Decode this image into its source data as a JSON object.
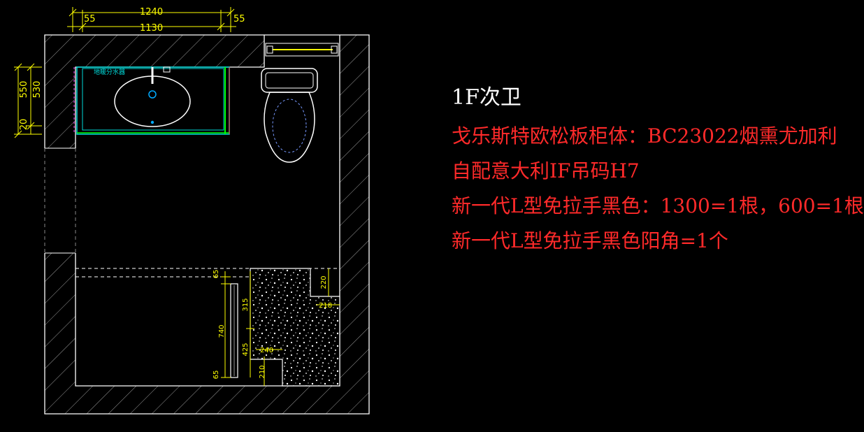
{
  "colors": {
    "wall": "#ffffff",
    "dimension": "#ffff00",
    "cabinet": "#00d8d8",
    "stone": "#ffffff",
    "note": "#ff2a2a",
    "title": "#ffffff"
  },
  "dimensions": {
    "top_overall": "1240",
    "top_inner": "1130",
    "top_left_margin": "55",
    "top_right_margin": "55",
    "side_overall": "550",
    "side_inner": "530",
    "side_gap": "20",
    "shower_65_top": "65",
    "shower_315": "315",
    "shower_740": "740",
    "shower_425": "425",
    "shower_65_bottom": "65",
    "ledge_220": "220",
    "ledge_218": "218",
    "ledge_240": "240",
    "ledge_210": "210"
  },
  "plan_labels": {
    "floor_drain": "地暖分水器"
  },
  "notes": {
    "title": "1F次卫",
    "lines": [
      "戈乐斯特欧松板柜体：BC23022烟熏尤加利",
      "自配意大利IF吊码H7",
      "新一代L型免拉手黑色：1300=1根，600=1根",
      "新一代L型免拉手黑色阳角=1个"
    ]
  }
}
